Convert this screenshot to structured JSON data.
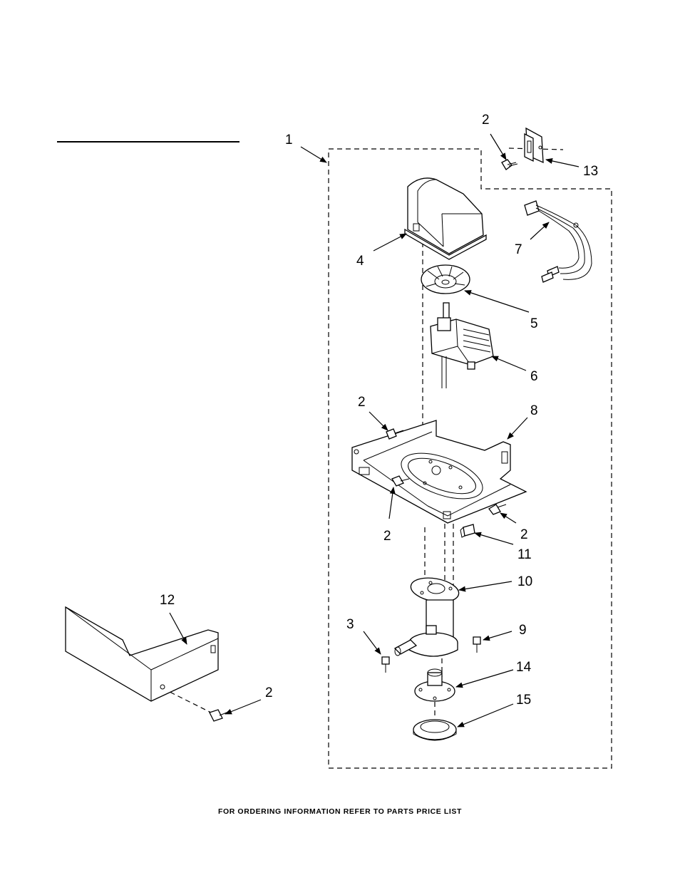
{
  "diagram": {
    "footer_note": "FOR ORDERING INFORMATION REFER TO PARTS PRICE LIST",
    "callouts": {
      "c1": "1",
      "c2_top": "2",
      "c13": "13",
      "c7": "7",
      "c4": "4",
      "c5": "5",
      "c6": "6",
      "c2_left": "2",
      "c8": "8",
      "c2_mid": "2",
      "c2_right": "2",
      "c11": "11",
      "c10": "10",
      "c3": "3",
      "c9": "9",
      "c14": "14",
      "c15": "15",
      "c12": "12",
      "c2_bottom": "2"
    }
  }
}
